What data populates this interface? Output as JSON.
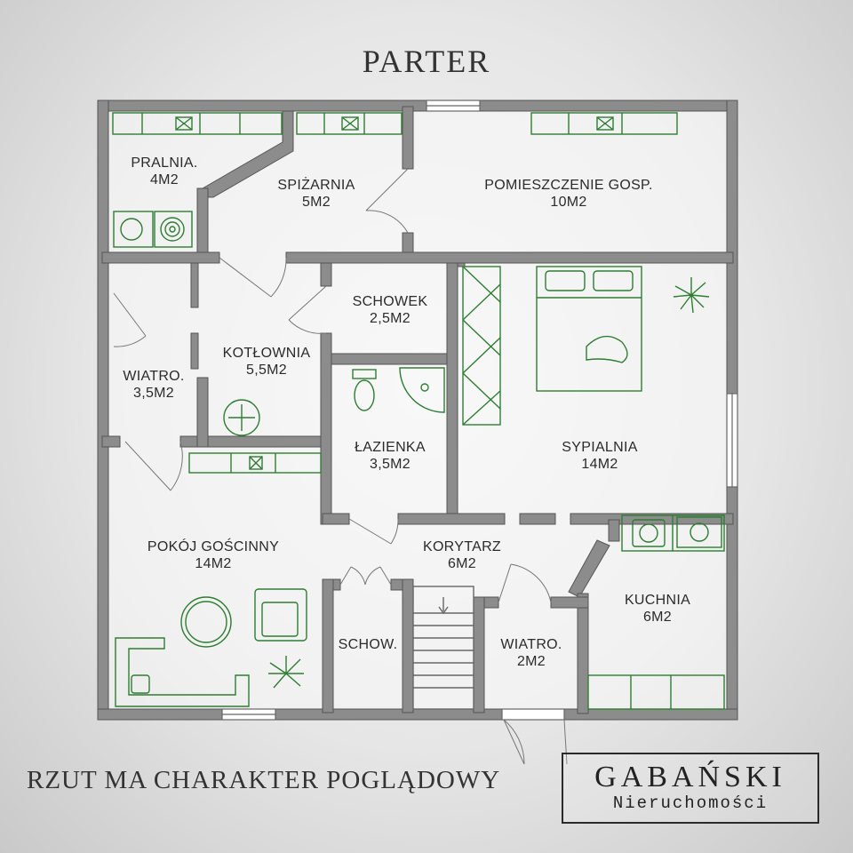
{
  "header": {
    "title": "PARTER"
  },
  "rooms": {
    "pralnia": {
      "name": "PRALNIA.",
      "area": "4M2"
    },
    "spizarnia": {
      "name": "SPIŻARNIA",
      "area": "5M2"
    },
    "gosp": {
      "name": "POMIESZCZENIE GOSP.",
      "area": "10M2"
    },
    "schowek": {
      "name": "SCHOWEK",
      "area": "2,5M2"
    },
    "kotlownia": {
      "name": "KOTŁOWNIA",
      "area": "5,5M2"
    },
    "wiatro1": {
      "name": "WIATRO.",
      "area": "3,5M2"
    },
    "lazienka": {
      "name": "ŁAZIENKA",
      "area": "3,5M2"
    },
    "sypialnia": {
      "name": "SYPIALNIA",
      "area": "14M2"
    },
    "goscinny": {
      "name": "POKÓJ GOŚCINNY",
      "area": "14M2"
    },
    "korytarz": {
      "name": "KORYTARZ",
      "area": "6M2"
    },
    "kuchnia": {
      "name": "KUCHNIA",
      "area": "6M2"
    },
    "schow": {
      "name": "SCHOW."
    },
    "wiatro2": {
      "name": "WIATRO.",
      "area": "2M2"
    }
  },
  "footer": {
    "note": "RZUT MA CHARAKTER POGLĄDOWY"
  },
  "logo": {
    "main": "GABAŃSKI",
    "sub": "Nieruchomości"
  },
  "colors": {
    "wall": "#8c8c8c",
    "furniture": "#2e7d32",
    "text": "#2b2b2b"
  }
}
